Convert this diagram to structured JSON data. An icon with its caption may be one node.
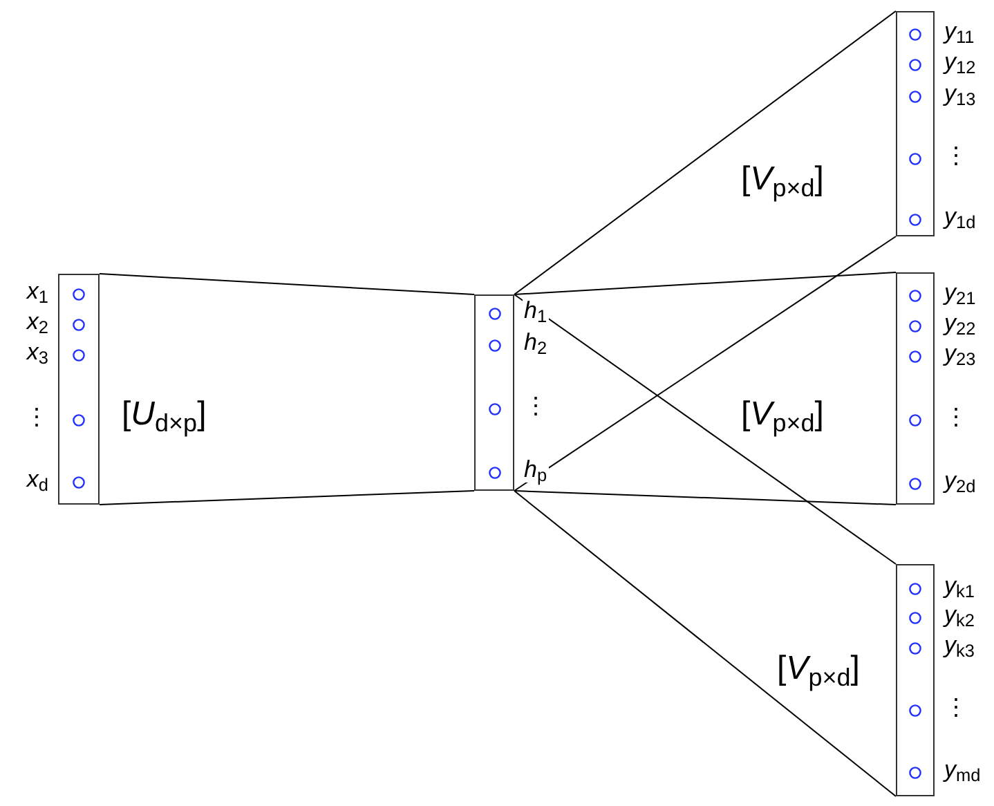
{
  "diagram": {
    "nodes": [
      {
        "text": [],
        "shape": "box",
        "beside": [
          "*x*$_{1}$",
          "*x*$_{2}$",
          "*x*$_{3}$",
          "⋮",
          "*x*$_{d}$"
        ]
      },
      {
        "text": [],
        "shape": "box",
        "beside": [
          "*h*$_{1}$",
          "*h*$_{2}$",
          "⋮",
          "*h*$_{p}$"
        ]
      },
      {
        "text": [],
        "shape": "box",
        "beside": [
          "*y*$_{11}$",
          "*y*$_{12}$",
          "*y*$_{13}$",
          "⋮",
          "*y*$_{1d}$"
        ]
      },
      {
        "text": [],
        "shape": "box",
        "beside": [
          "*y*$_{21}$",
          "*y*$_{22}$",
          "*y*$_{23}$",
          "⋮",
          "*y*$_{2d}$"
        ]
      },
      {
        "text": [],
        "shape": "box",
        "beside": [
          "*y*$_{k1}$",
          "*y*$_{k2}$",
          "*y*$_{k3}$",
          "⋮",
          "*y*$_{md}$"
        ]
      }
    ],
    "edges": [
      {
        "from": 0,
        "to": 1,
        "arrow": "none"
      },
      {
        "from": 0,
        "to": 1,
        "arrow": "none"
      },
      {
        "from": 1,
        "to": 2,
        "arrow": "none"
      },
      {
        "from": 1,
        "to": 2,
        "arrow": "none"
      },
      {
        "from": 1,
        "to": 3,
        "arrow": "none"
      },
      {
        "from": 1,
        "to": 3,
        "arrow": "none"
      },
      {
        "from": 1,
        "to": 4,
        "arrow": "none"
      },
      {
        "from": 1,
        "to": 4,
        "arrow": "none"
      }
    ],
    "labels": [
      "[*U*$_{d×p}$]",
      "[*V*$_{p×d}$]",
      "[*V*$_{p×d}$]",
      "[*V*$_{p×d}$]"
    ]
  }
}
